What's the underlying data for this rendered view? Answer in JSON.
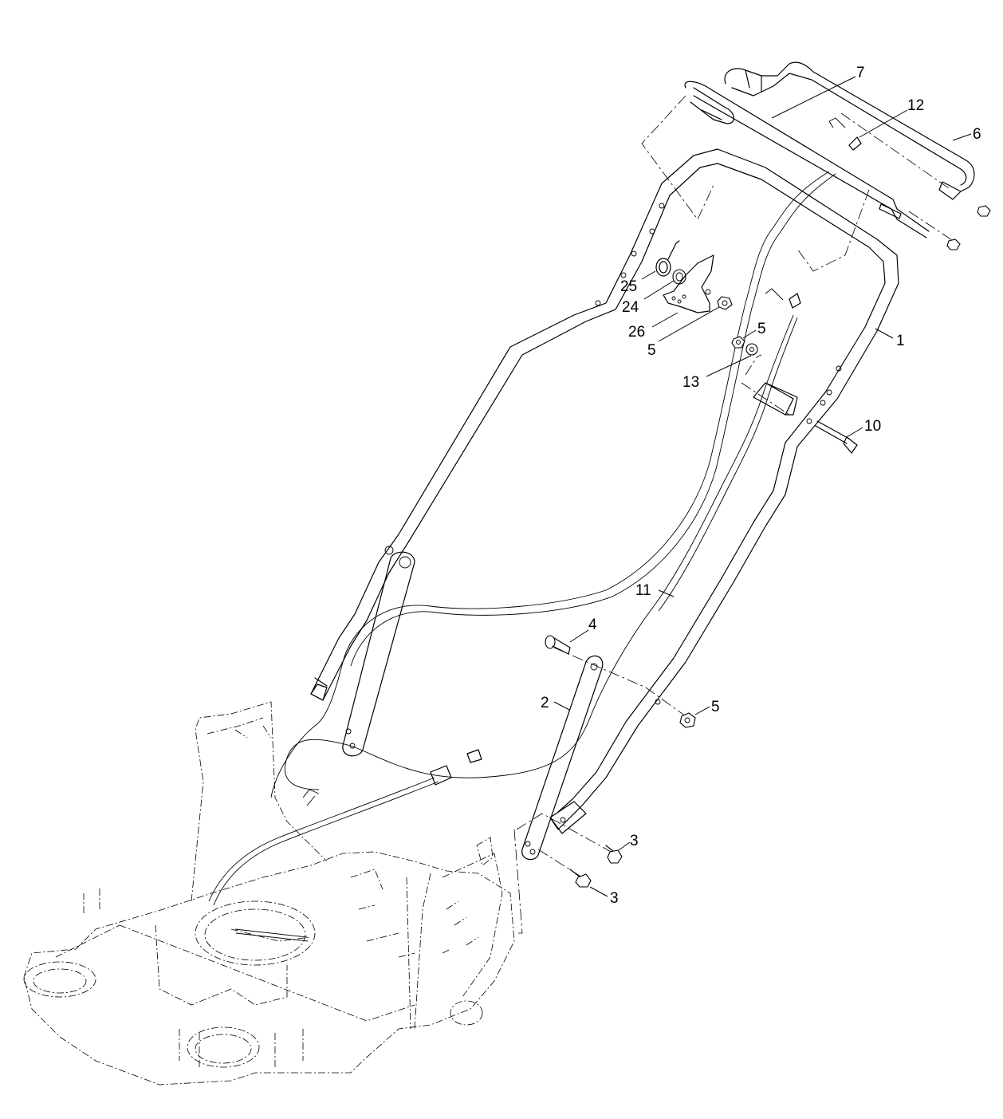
{
  "callouts": [
    {
      "id": "c7",
      "label": "7"
    },
    {
      "id": "c12",
      "label": "12"
    },
    {
      "id": "c6",
      "label": "6"
    },
    {
      "id": "c25",
      "label": "25"
    },
    {
      "id": "c24",
      "label": "24"
    },
    {
      "id": "c26",
      "label": "26"
    },
    {
      "id": "c5a",
      "label": "5"
    },
    {
      "id": "c5b",
      "label": "5"
    },
    {
      "id": "c1",
      "label": "1"
    },
    {
      "id": "c13",
      "label": "13"
    },
    {
      "id": "c10",
      "label": "10"
    },
    {
      "id": "c11",
      "label": "11"
    },
    {
      "id": "c4",
      "label": "4"
    },
    {
      "id": "c2",
      "label": "2"
    },
    {
      "id": "c5c",
      "label": "5"
    },
    {
      "id": "c3a",
      "label": "3"
    },
    {
      "id": "c3b",
      "label": "3"
    }
  ]
}
